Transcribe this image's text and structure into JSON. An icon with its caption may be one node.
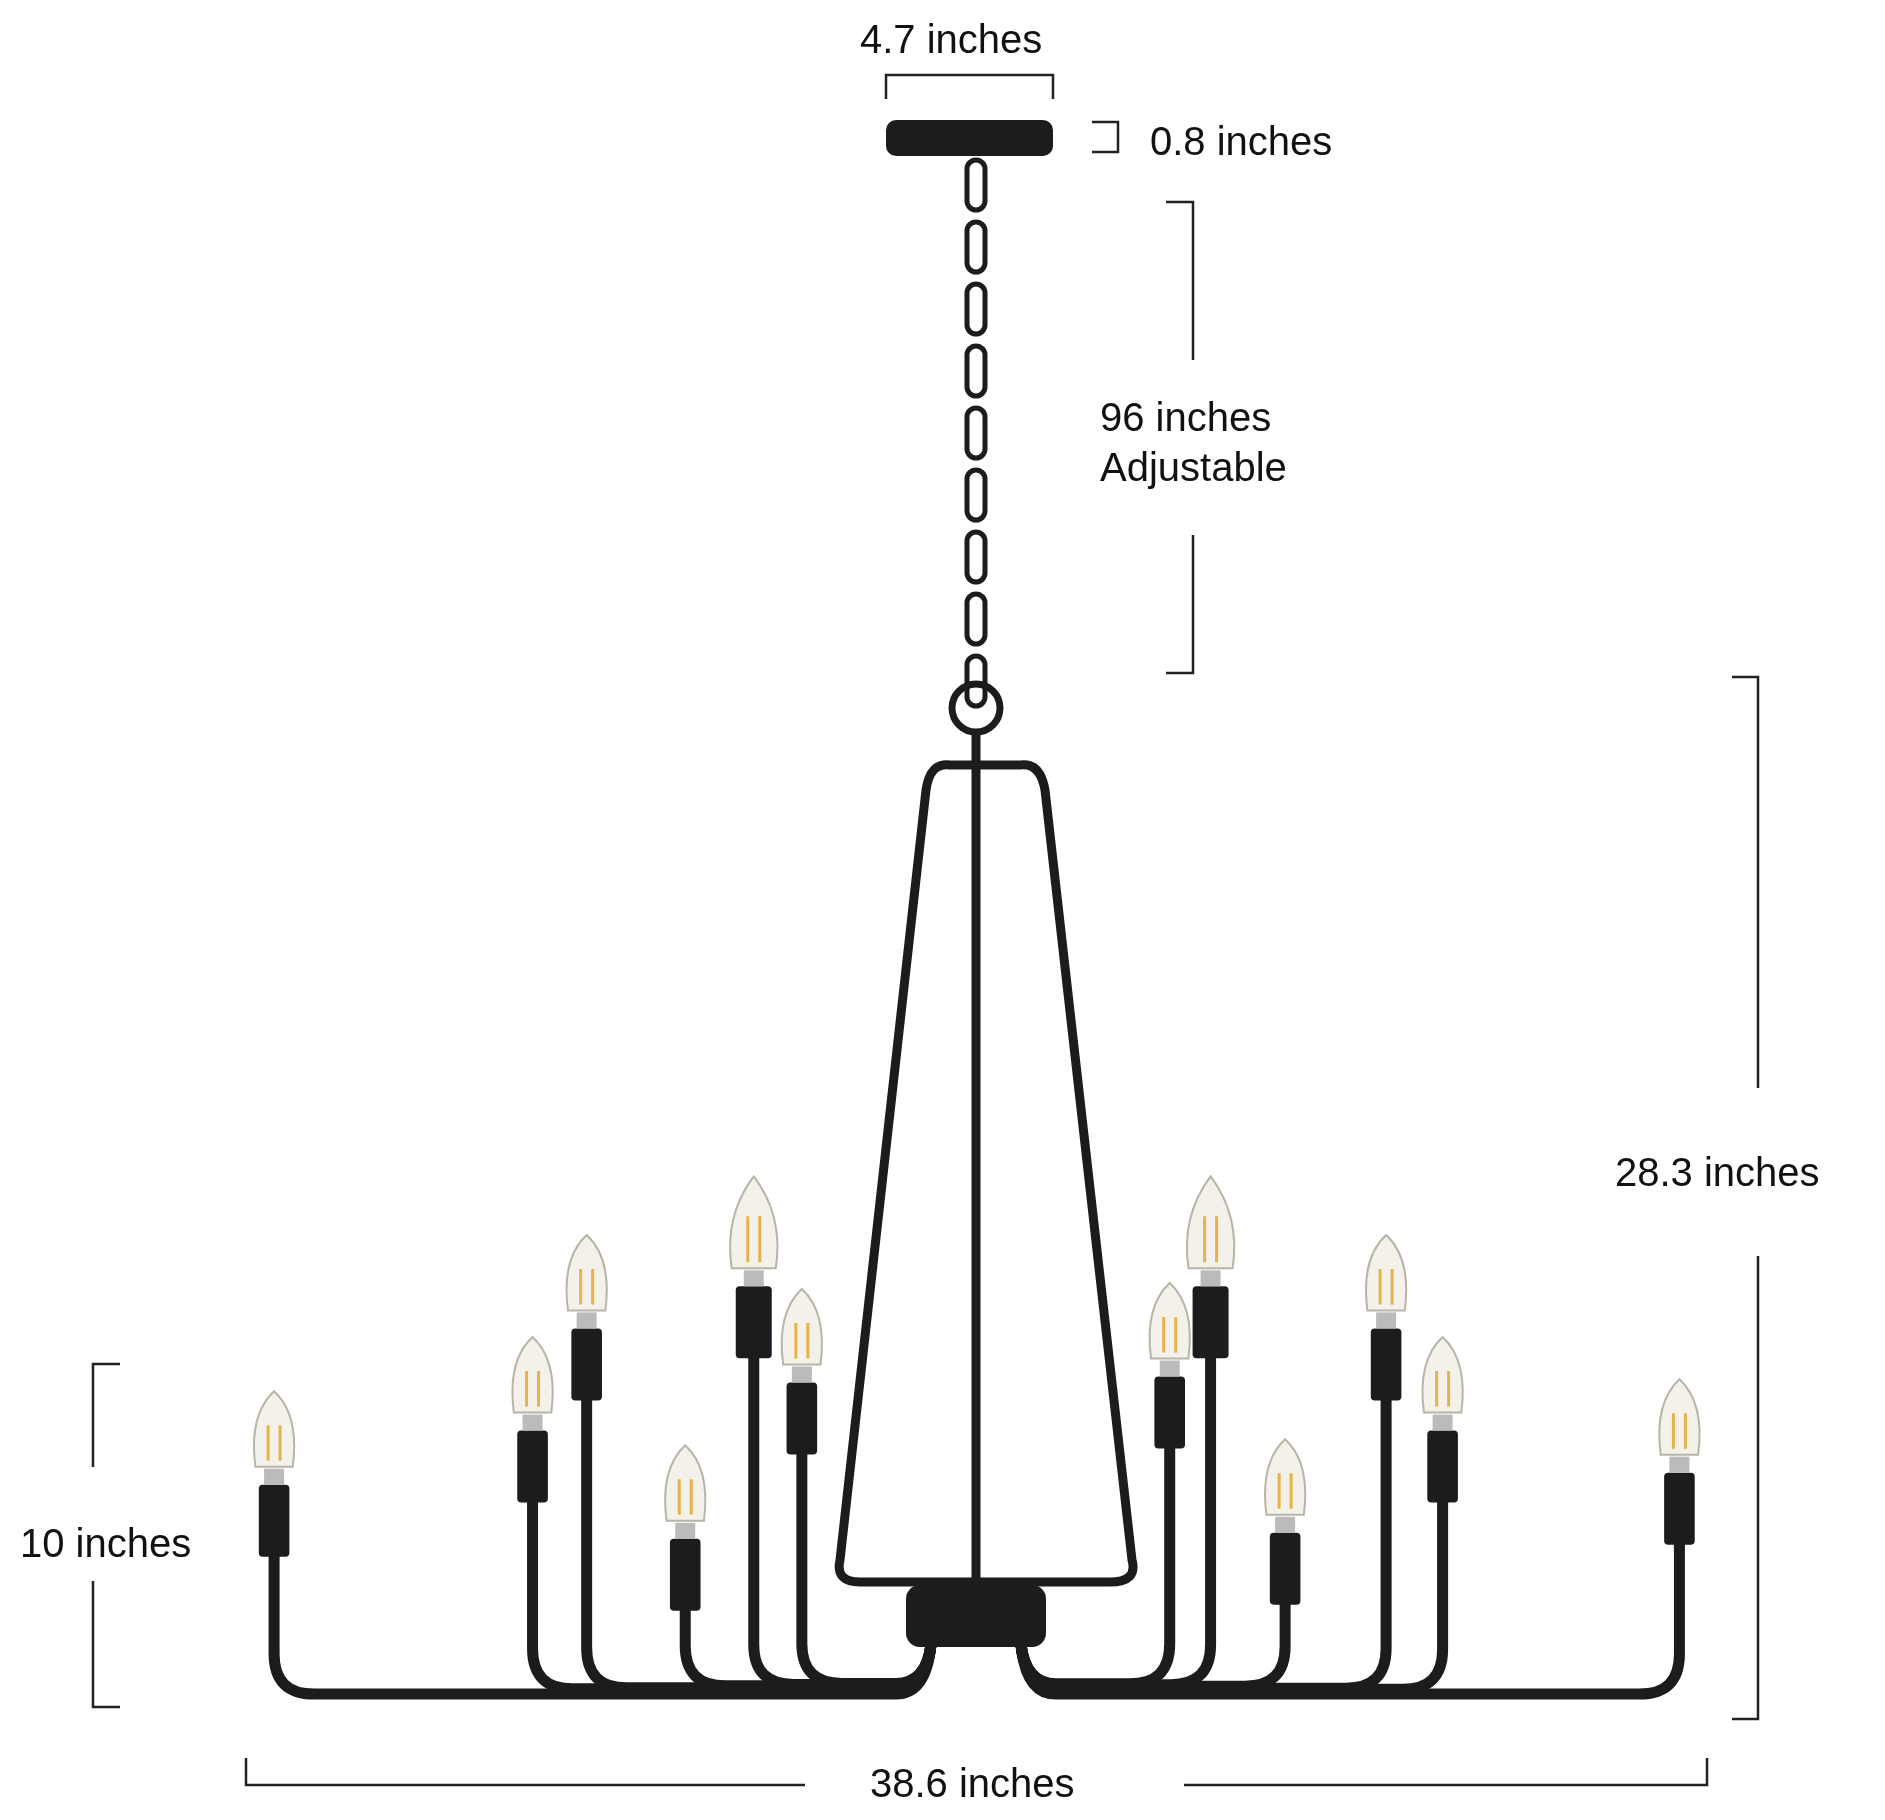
{
  "diagram": {
    "labels": [
      "4.7 inches",
      "0.8 inches",
      "96 inches Adjustable",
      "28.3 inches",
      "10 inches",
      "38.6 inches"
    ]
  }
}
